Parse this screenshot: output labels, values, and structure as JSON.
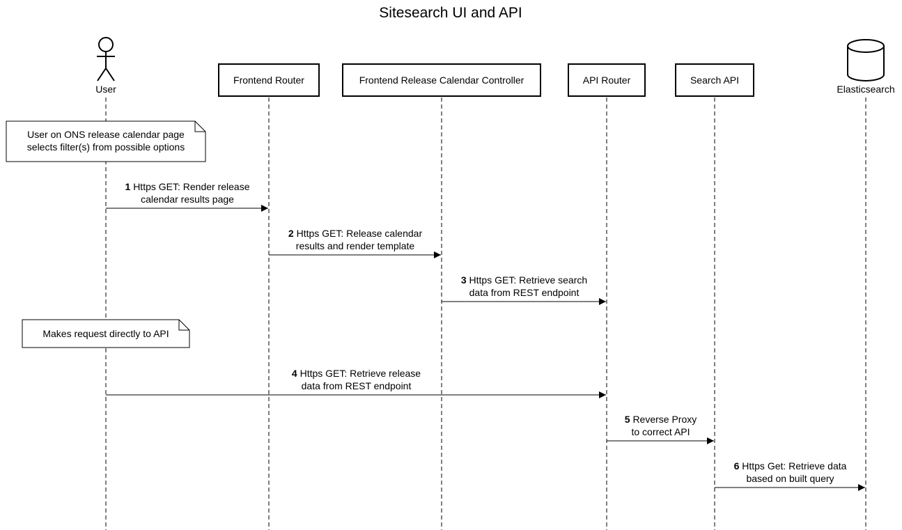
{
  "title": "Sitesearch UI and API",
  "participants": [
    {
      "id": "user",
      "kind": "actor",
      "label": "User",
      "icon": "stick-figure-icon"
    },
    {
      "id": "frontend-router",
      "kind": "box",
      "label": "Frontend Router"
    },
    {
      "id": "frontend-release-calendar-controller",
      "kind": "box",
      "label": "Frontend Release Calendar Controller"
    },
    {
      "id": "api-router",
      "kind": "box",
      "label": "API Router"
    },
    {
      "id": "search-api",
      "kind": "box",
      "label": "Search API"
    },
    {
      "id": "elasticsearch",
      "kind": "database",
      "label": "Elasticsearch",
      "icon": "database-cylinder-icon"
    }
  ],
  "notes": [
    {
      "lines": [
        "User on ONS release calendar page",
        "selects filter(s) from possible options"
      ]
    },
    {
      "lines": [
        "Makes request directly to API"
      ]
    }
  ],
  "messages": [
    {
      "number": "1",
      "from": "user",
      "to": "frontend-router",
      "lines": [
        "Https GET: Render release",
        "calendar results page"
      ]
    },
    {
      "number": "2",
      "from": "frontend-router",
      "to": "frontend-release-calendar-controller",
      "lines": [
        "Https GET: Release calendar",
        "results and render template"
      ]
    },
    {
      "number": "3",
      "from": "frontend-release-calendar-controller",
      "to": "api-router",
      "lines": [
        "Https GET: Retrieve search",
        "data from REST endpoint"
      ]
    },
    {
      "number": "4",
      "from": "user",
      "to": "api-router",
      "lines": [
        "Https GET: Retrieve release",
        "data from REST endpoint"
      ]
    },
    {
      "number": "5",
      "from": "api-router",
      "to": "search-api",
      "lines": [
        "Reverse Proxy",
        "to correct API"
      ]
    },
    {
      "number": "6",
      "from": "search-api",
      "to": "elasticsearch",
      "lines": [
        "Https Get: Retrieve data",
        "based on built query"
      ]
    }
  ]
}
